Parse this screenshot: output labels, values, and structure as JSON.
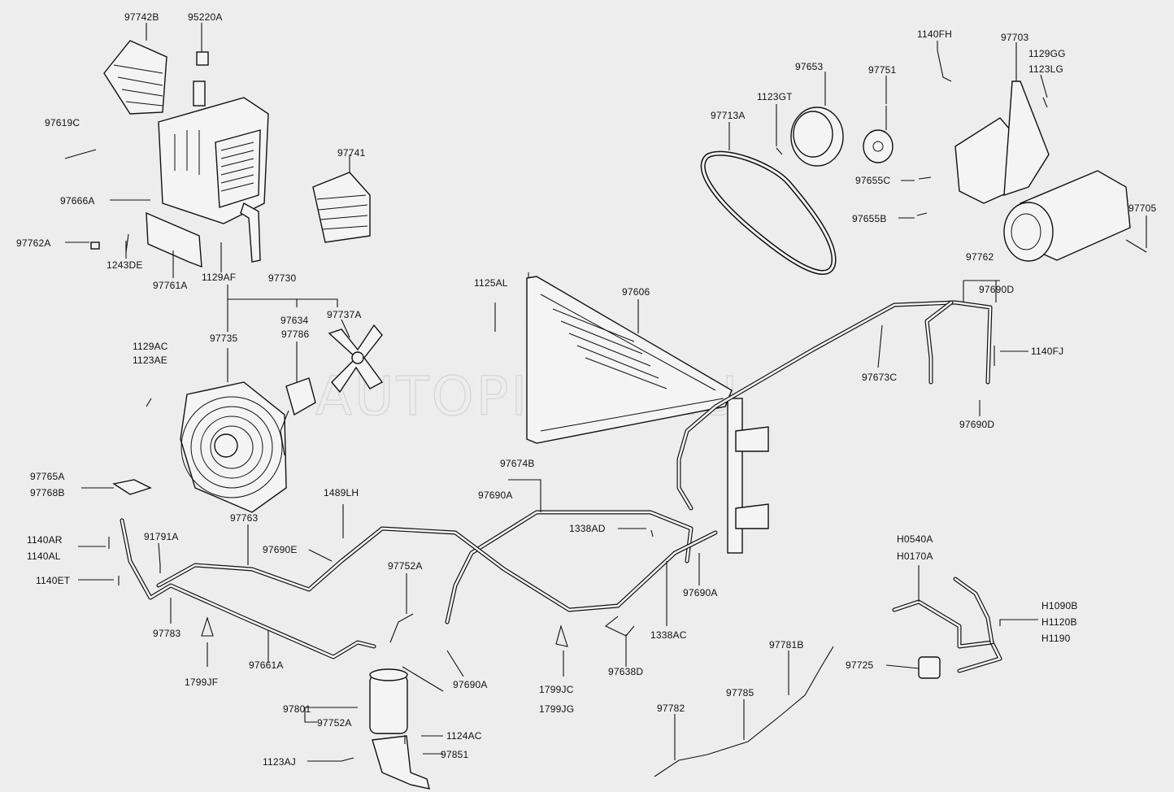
{
  "watermark": "AUTOPITER.RU",
  "labels": {
    "l97742B": "97742B",
    "l95220A": "95220A",
    "l97619C": "97619C",
    "l97666A": "97666A",
    "l97762A": "97762A",
    "l1243DE": "1243DE",
    "l97761A": "97761A",
    "l1129AF": "1129AF",
    "l97741": "97741",
    "l97730": "97730",
    "l97634": "97634",
    "l97737A": "97737A",
    "l97786": "97786",
    "l97735": "97735",
    "l1129AC": "1129AC",
    "l1123AE": "1123AE",
    "l97765A": "97765A",
    "l97768B": "97768B",
    "l1489LH": "1489LH",
    "l97763": "97763",
    "l91791A": "91791A",
    "l1140AR": "1140AR",
    "l1140AL": "1140AL",
    "l1140ET": "1140ET",
    "l97690E": "97690E",
    "l97783": "97783",
    "l1799JF": "1799JF",
    "l97661A": "97661A",
    "l97752A_top": "97752A",
    "l97801": "97801",
    "l97752A_bot": "97752A",
    "l1124AC": "1124AC",
    "l97851": "97851",
    "l1123AJ": "1123AJ",
    "l97690A_bot": "97690A",
    "l1799JC": "1799JC",
    "l1799JG": "1799JG",
    "l97638D": "97638D",
    "l1338AC": "1338AC",
    "l97690A_mid": "97690A",
    "l1338AD": "1338AD",
    "l97674B": "97674B",
    "l97690A_top": "97690A",
    "l1125AL": "1125AL",
    "l97606": "97606",
    "l97713A": "97713A",
    "l1123GT": "1123GT",
    "l97653": "97653",
    "l97751": "97751",
    "l1140FH": "1140FH",
    "l97703": "97703",
    "l1129GG": "1129GG",
    "l1123LG": "1123LG",
    "l97655C": "97655C",
    "l97655B": "97655B",
    "l97705": "97705",
    "l97762": "97762",
    "l97690D_top": "97690D",
    "l1140FJ": "1140FJ",
    "l97673C": "97673C",
    "l97690D_bot": "97690D",
    "lH0540A": "H0540A",
    "lH0170A": "H0170A",
    "lH1090B": "H1090B",
    "lH1120B": "H1120B",
    "lH1190": "H1190",
    "l97725": "97725",
    "l97781B": "97781B",
    "l97785": "97785",
    "l97782": "97782"
  }
}
